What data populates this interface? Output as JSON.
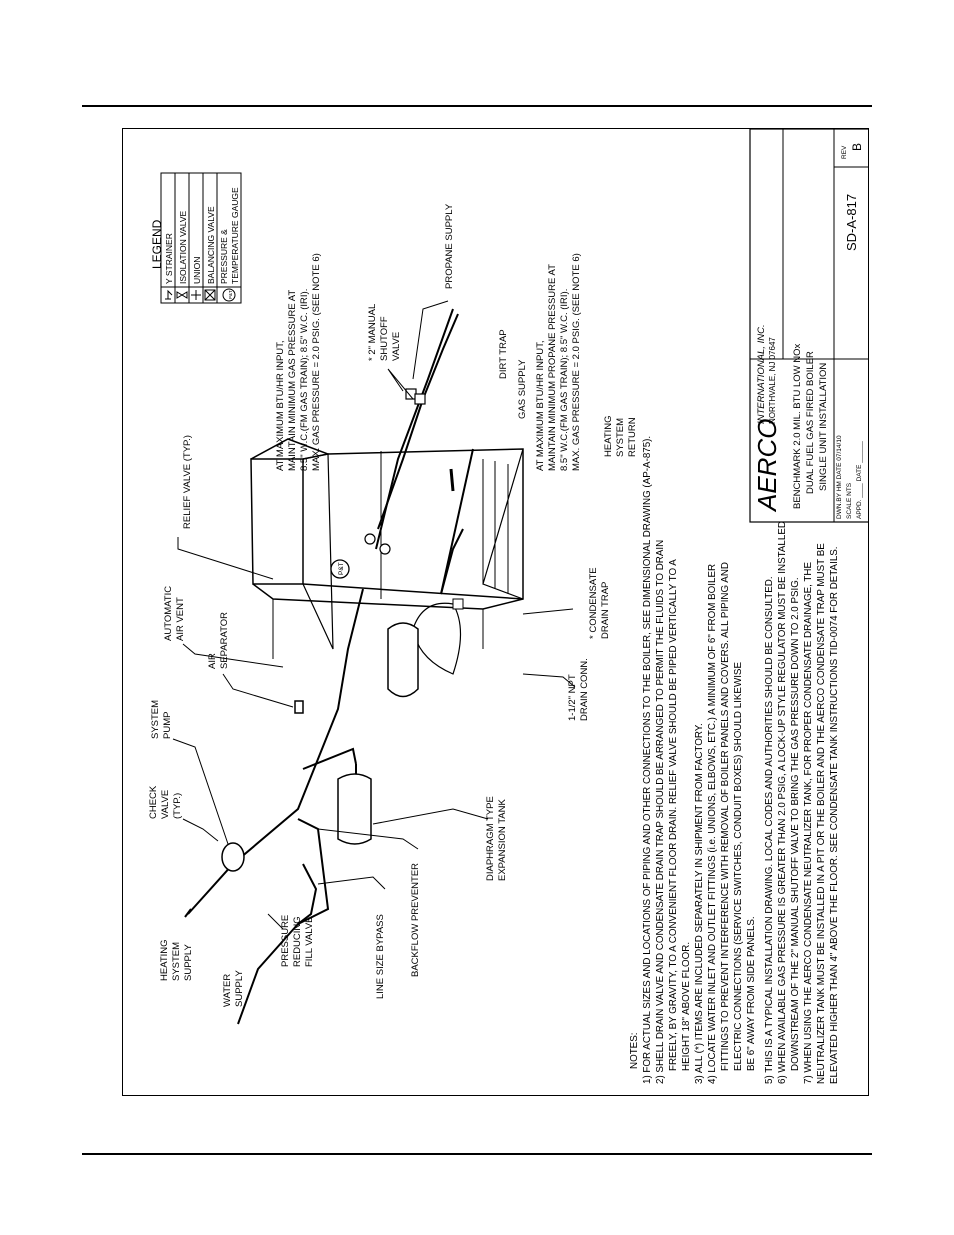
{
  "legend": {
    "title": "LEGEND",
    "items": [
      "Y STRAINER",
      "ISOLATION VALVE",
      "UNION",
      "BALANCING VALVE",
      "PRESSURE &",
      "TEMPERATURE GAUGE"
    ],
    "gauge_symbol": "P&T"
  },
  "labels": {
    "heating_supply": [
      "HEATING",
      "SYSTEM",
      "SUPPLY"
    ],
    "water_supply": [
      "WATER",
      "SUPPLY"
    ],
    "check_valve": [
      "CHECK",
      "VALVE",
      "(TYP.)"
    ],
    "system_pump": [
      "SYSTEM",
      "PUMP"
    ],
    "air_separator": [
      "AIR",
      "SEPARATOR"
    ],
    "air_vent": [
      "AUTOMATIC",
      "AIR VENT"
    ],
    "relief_valve": "RELIEF VALVE (TYP.)",
    "prv": [
      "PRESSURE",
      "REDUCING",
      "FILL VALVE"
    ],
    "bypass": "LINE SIZE BYPASS",
    "backflow": "BACKFLOW PREVENTER",
    "expansion_tank": [
      "DIAPHRAGM TYPE",
      "EXPANSION TANK"
    ],
    "drain_conn": [
      "1-1/2\" NPT",
      "DRAIN CONN."
    ],
    "condensate_trap": [
      "* CONDENSATE",
      "DRAIN TRAP"
    ],
    "heating_return": [
      "HEATING",
      "SYSTEM",
      "RETURN"
    ],
    "gas_supply": "GAS SUPPLY",
    "dirt_trap": "DIRT TRAP",
    "manual_shutoff": [
      "* 2\" MANUAL",
      "SHUTOFF",
      "VALVE"
    ],
    "propane_supply": "PROPANE SUPPLY",
    "gauge": "P&T"
  },
  "gas_note": [
    "AT MAXIMUM BTU/HR INPUT,",
    "MAINTAIN MINIMUM GAS PRESSURE AT",
    "8.5\" W.C.(FM GAS TRAIN); 8.5\" W.C. (IRI).",
    "MAX. GAS PRESSURE = 2.0 PSIG. (SEE NOTE 6)"
  ],
  "propane_note": [
    "AT MAXIMUM BTU/HR INPUT,",
    "MAINTAIN MINIMUM PROPANE PRESSURE AT",
    "8.5\" W.C.(FM GAS TRAIN); 8.5\" W.C. (IRI).",
    "MAX. GAS PRESSURE = 2.0 PSIG. (SEE NOTE 6)"
  ],
  "notes": {
    "heading": "NOTES:",
    "lines": [
      "1) FOR ACTUAL SIZES AND LOCATIONS OF PIPING AND OTHER CONNECTIONS TO THE BOILER, SEE DIMENSIONAL DRAWING (AP-A-875).",
      "2) SHELL DRAIN VALVE AND CONDENSATE DRAIN TRAP SHOULD BE ARRANGED TO PERMIT THE FLUIDS TO DRAIN",
      "FREELY, BY GRAVITY, TO A CONVENIENT FLOOR DRAIN.   RELIEF VALVE SHOULD BE PIPED VERTICALLY TO A",
      "HEIGHT 18\" ABOVE FLOOR.",
      "3) ALL (*) ITEMS ARE INCLUDED SEPARATELY IN SHIPMENT FROM FACTORY.",
      "4) LOCATE WATER INLET AND OUTLET FITTINGS (i.e. UNIONS, ELBOWS, ETC.) A MINIMUM OF 6\" FROM BOILER",
      "FITTINGS TO PREVENT INTERFERENCE WITH REMOVAL OF BOILER PANELS AND COVERS.   ALL PIPING AND",
      "ELECTRIC CONNECTIONS (SERVICE SWITCHES, CONDUIT BOXES) SHOULD LIKEWISE",
      "BE 6\" AWAY FROM SIDE PANELS.",
      "5) THIS IS A TYPICAL INSTALLATION DRAWING.   LOCAL CODES AND AUTHORITIES SHOULD BE CONSULTED.",
      "6) WHEN AVAILABLE GAS PRESSURE IS GREATER THAN 2.0 PSIG, A LOCK-UP STYLE REGULATOR MUST BE INSTALLED",
      "DOWNSTREAM OF THE 2\" MANUAL SHUTOFF VALVE TO BRING THE GAS PRESSURE DOWN TO 2.0 PSIG.",
      "7) WHEN USING THE AERCO CONDENSATE NEUTRALIZER TANK, FOR PROPER CONDENSATE DRAINAGE, THE",
      "NEUTRALIZER TANK MUST BE INSTALLED IN A PIT OR THE BOILER AND THE AERCO CONDENSATE TRAP MUST BE",
      "ELEVATED HIGHER THAN 4\" ABOVE THE FLOOR.  SEE CONDENSATE TANK INSTRUCTIONS TID-0074 FOR DETAILS."
    ]
  },
  "title_block": {
    "company": "AERCO",
    "company_sub1": "INTERNATIONAL, INC.",
    "company_sub2": "NORTHVALE, NJ    07647",
    "description": [
      "BENCHMARK 2.0 MIL. BTU LOW NOx",
      "DUAL FUEL GAS FIRED BOILER",
      "SINGLE UNIT INSTALLATION"
    ],
    "drawn_by": "DWN.BY  HM   DATE 07/14/10",
    "scale": "SCALE  NTS",
    "approved": "APPD. ____  DATE ______",
    "drawing_number": "SD-A-817",
    "rev_label": "REV",
    "rev": "B"
  }
}
